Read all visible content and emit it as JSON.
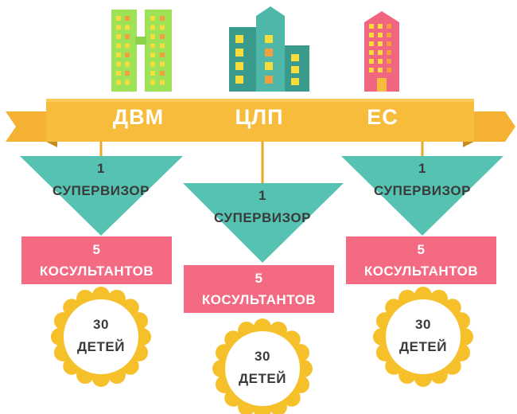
{
  "colors": {
    "banner": "#f7bc3b",
    "banner_dark": "#e6a22a",
    "connector": "#e9a927",
    "supervisor": "#56c2b2",
    "consultants": "#f46a82",
    "children": "#f6c02b",
    "building_green": "#9ee357",
    "building_teal": "#3a9b8c",
    "building_pink": "#f0657f",
    "window_yellow": "#f7dc3e",
    "window_orange": "#f59e3d"
  },
  "icons": [
    "building-green-icon",
    "building-teal-icon",
    "building-pink-icon"
  ],
  "columns": [
    {
      "name": "ДВМ",
      "supervisor_count": "1",
      "supervisor_label": "СУПЕРВИЗОР",
      "consultant_count": "5",
      "consultant_label": "КОСУЛЬТАНТОВ",
      "children_count": "30",
      "children_label": "ДЕТЕЙ"
    },
    {
      "name": "ЦЛП",
      "supervisor_count": "1",
      "supervisor_label": "СУПЕРВИЗОР",
      "consultant_count": "5",
      "consultant_label": "КОСУЛЬТАНТОВ",
      "children_count": "30",
      "children_label": "ДЕТЕЙ"
    },
    {
      "name": "ЕС",
      "supervisor_count": "1",
      "supervisor_label": "СУПЕРВИЗОР",
      "consultant_count": "5",
      "consultant_label": "КОСУЛЬТАНТОВ",
      "children_count": "30",
      "children_label": "ДЕТЕЙ"
    }
  ]
}
